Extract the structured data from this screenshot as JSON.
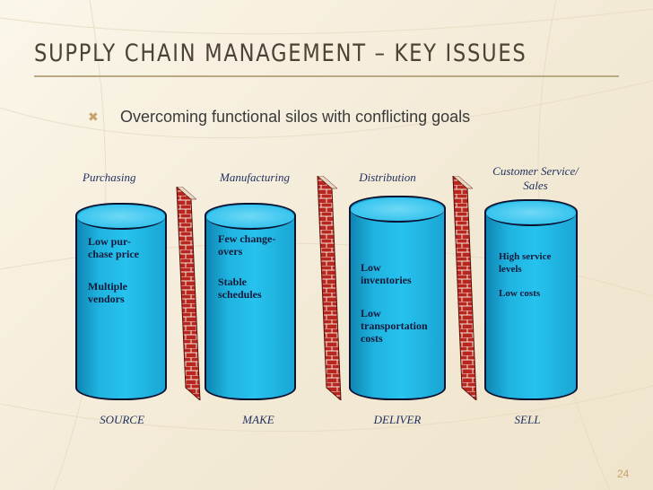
{
  "slide": {
    "title": "SUPPLY CHAIN MANAGEMENT – KEY ISSUES",
    "bullet": "Overcoming functional silos with conflicting goals",
    "bullet_icon": "x-bullet-icon",
    "page_number": "24"
  },
  "silos": [
    {
      "department": "Purchasing",
      "goals_1": "Low pur-\nchase price",
      "goals_2": "Multiple\nvendors",
      "stage": "SOURCE"
    },
    {
      "department": "Manufacturing",
      "goals_1": "Few change-\novers",
      "goals_2": "Stable\nschedules",
      "stage": "MAKE"
    },
    {
      "department": "Distribution",
      "goals_1": "Low\ninventories",
      "goals_2": "Low\ntransportation\ncosts",
      "stage": "DELIVER"
    },
    {
      "department": "Customer Service/\nSales",
      "goals_1": "High service\nlevels",
      "goals_2": "Low costs",
      "stage": "SELL"
    }
  ],
  "colors": {
    "cylinder": "#1fb3e0",
    "brick": "#c0302a",
    "accent": "#c8a46a",
    "title": "#4a4336"
  }
}
